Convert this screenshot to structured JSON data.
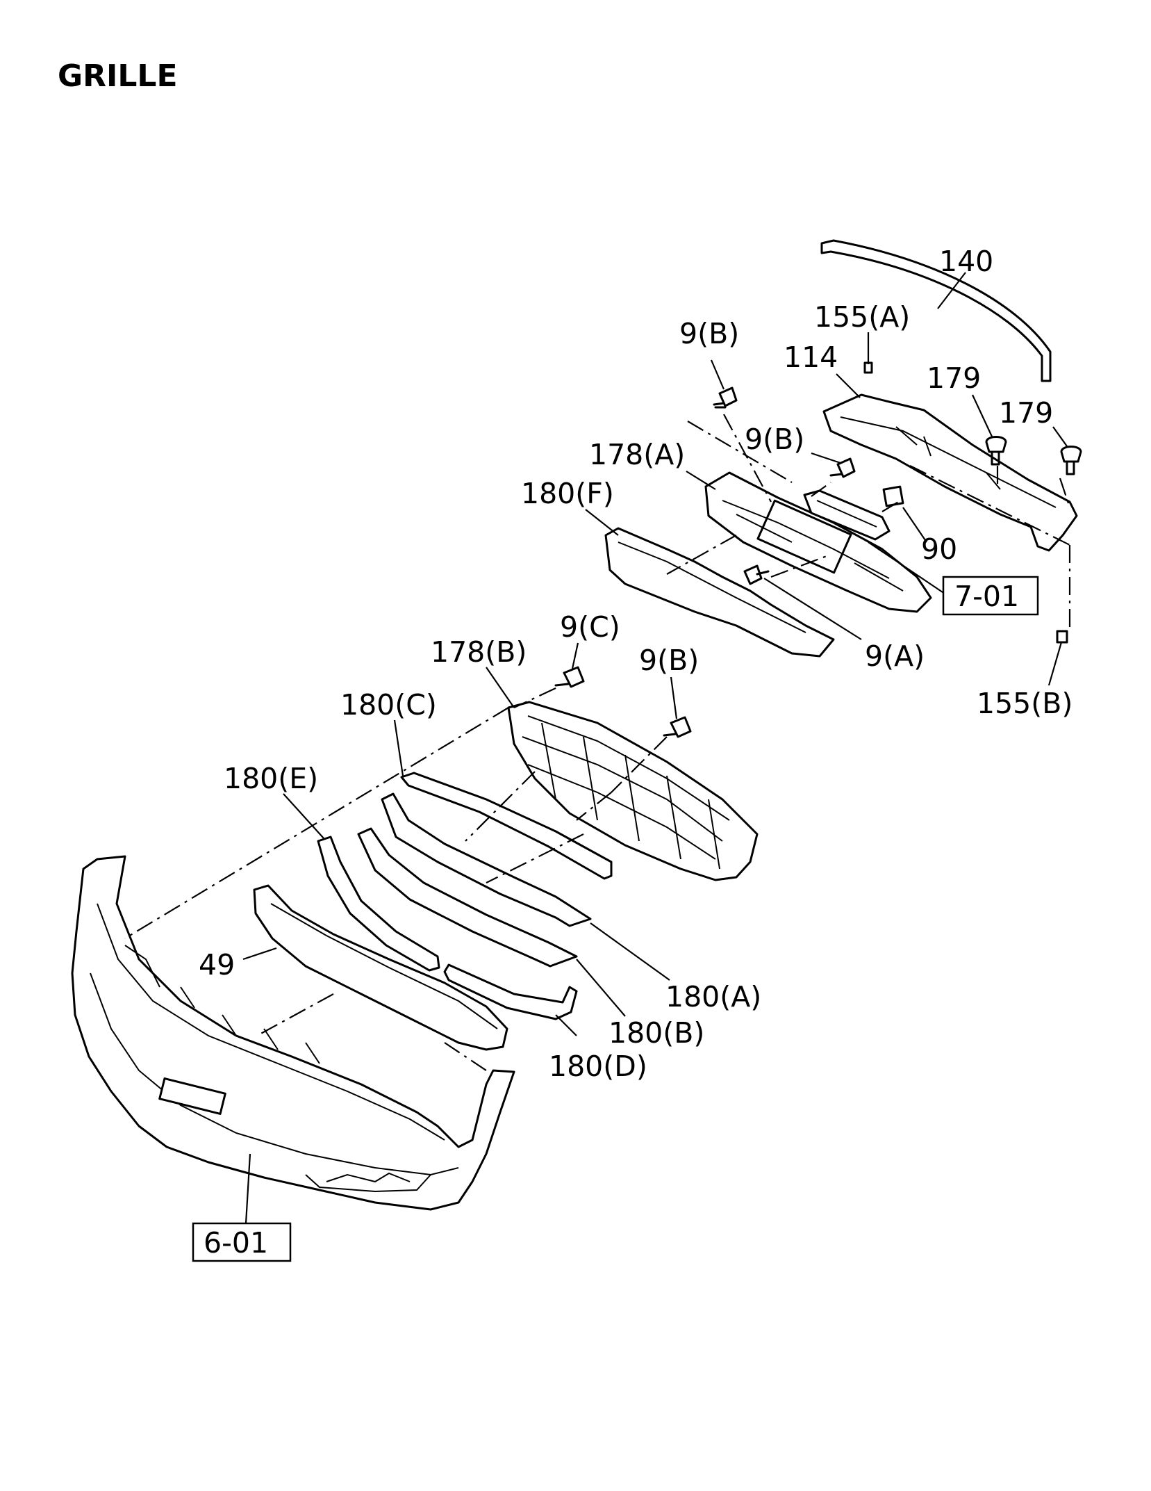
{
  "title": "GRILLE",
  "callouts": {
    "p140": "140",
    "p155a": "155(A)",
    "p114": "114",
    "p179a": "179",
    "p179b": "179",
    "p9b_1": "9(B)",
    "p9b_2": "9(B)",
    "p178a": "178(A)",
    "p180f": "180(F)",
    "p90": "90",
    "p9a": "9(A)",
    "p155b": "155(B)",
    "p9c": "9(C)",
    "p178b": "178(B)",
    "p9b_3": "9(B)",
    "p180c": "180(C)",
    "p180e": "180(E)",
    "p49": "49",
    "p180a": "180(A)",
    "p180b": "180(B)",
    "p180d": "180(D)"
  },
  "references": {
    "ref701": "7-01",
    "ref601": "6-01"
  }
}
